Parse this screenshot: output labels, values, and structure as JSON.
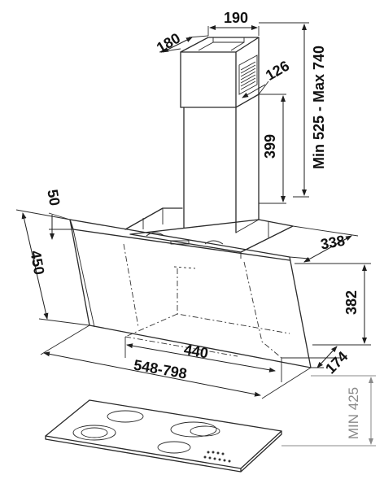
{
  "dimensions": {
    "chimney_depth": "180",
    "chimney_width": "190",
    "chimney_height_range": "Min 525 - Max 740",
    "vent_offset": "126",
    "lower_chimney": "399",
    "top_offset": "50",
    "glass_height": "450",
    "hood_depth": "338",
    "hood_height": "382",
    "inner_width": "440",
    "width_range": "548-798",
    "bottom_depth": "174",
    "min_clearance": "MIN 425"
  }
}
